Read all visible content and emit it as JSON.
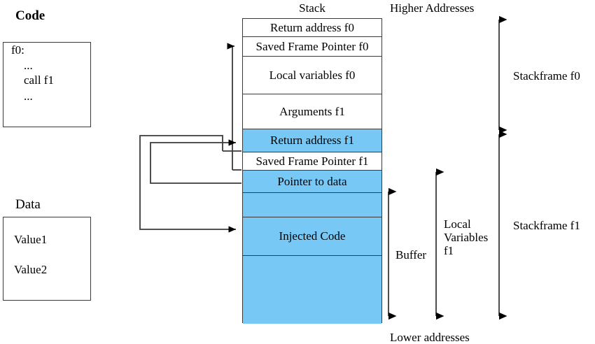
{
  "diagram": {
    "title_stack": "Stack",
    "top_label": "Higher Addresses",
    "bottom_label": "Lower addresses",
    "accent_color": "#78c8f5",
    "line_color": "#3a3a3a"
  },
  "code_panel": {
    "title": "Code",
    "lines": [
      "f0:",
      "...",
      "call f1",
      "..."
    ]
  },
  "data_panel": {
    "title": "Data",
    "lines": [
      "Value1",
      "Value2"
    ]
  },
  "stack_rows": [
    {
      "label": "Return address f0",
      "highlight": false
    },
    {
      "label": "Saved Frame Pointer f0",
      "highlight": false
    },
    {
      "label": "Local variables f0",
      "highlight": false
    },
    {
      "label": "Arguments f1",
      "highlight": false
    },
    {
      "label": "Return address f1",
      "highlight": true
    },
    {
      "label": "Saved Frame Pointer f1",
      "highlight": false
    },
    {
      "label": "Pointer to data",
      "highlight": true
    },
    {
      "label": "",
      "highlight": true
    },
    {
      "label": "Injected Code",
      "highlight": true
    },
    {
      "label": "",
      "highlight": true
    }
  ],
  "measures": [
    {
      "name": "buffer",
      "label": "Buffer"
    },
    {
      "name": "local-vars-f1",
      "label": "Local\nVariables\nf1"
    },
    {
      "name": "stackframe-f0",
      "label": "Stackframe f0"
    },
    {
      "name": "stackframe-f1",
      "label": "Stackframe f1"
    }
  ]
}
